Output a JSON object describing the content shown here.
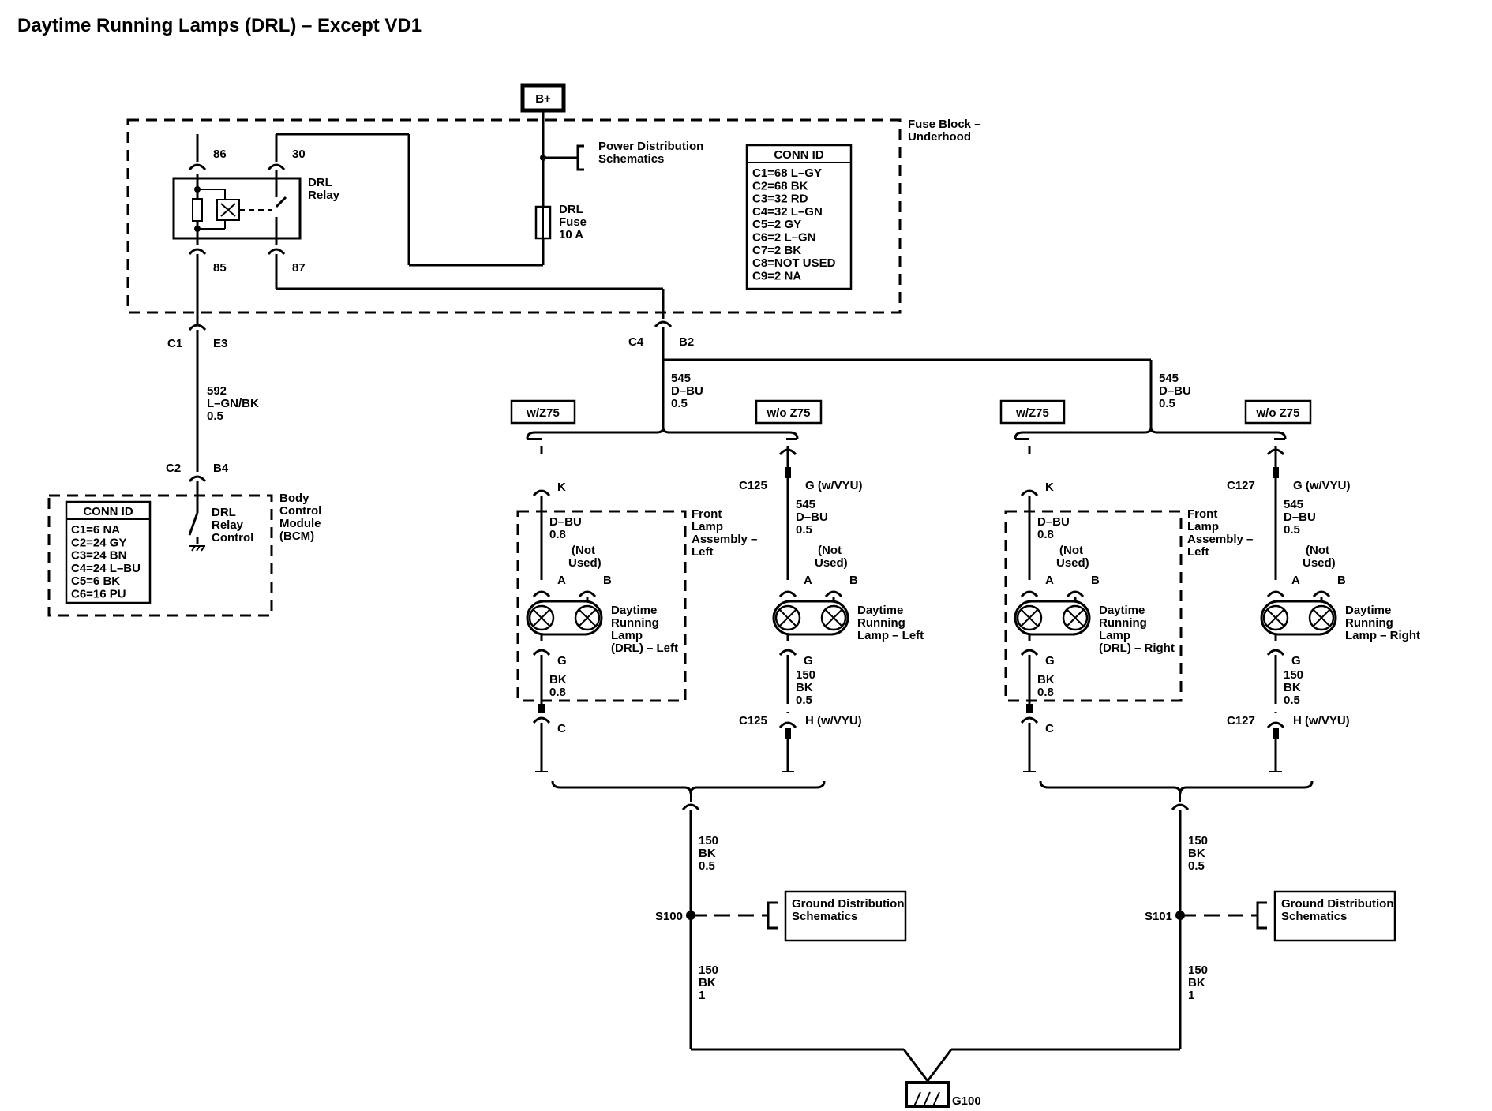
{
  "title": "Daytime Running Lamps (DRL) – Except VD1",
  "power": {
    "b_plus": "B+",
    "power_dist": [
      "Power Distribution",
      "Schematics"
    ]
  },
  "fuse_block": {
    "label": [
      "Fuse Block –",
      "Underhood"
    ],
    "relay_label": [
      "DRL",
      "Relay"
    ],
    "fuse_label": [
      "DRL",
      "Fuse",
      "10 A"
    ],
    "pins": {
      "p86": "86",
      "p30": "30",
      "p85": "85",
      "p87": "87"
    },
    "conn_id": {
      "header": "CONN ID",
      "rows": [
        "C1=68 L–GY",
        "C2=68 BK",
        "C3=32 RD",
        "C4=32 L–GN",
        "C5=2 GY",
        "C6=2 L–GN",
        "C7=2 BK",
        "C8=NOT USED",
        "C9=2 NA"
      ]
    }
  },
  "connectors": {
    "c1": "C1",
    "e3": "E3",
    "c4": "C4",
    "b2": "B2",
    "c2": "C2",
    "b4": "B4"
  },
  "wires": {
    "w592": [
      "592",
      "L–GN/BK",
      "0.5"
    ],
    "w545_left": [
      "545",
      "D–BU",
      "0.5"
    ],
    "w545_right": [
      "545",
      "D–BU",
      "0.5"
    ],
    "w150_s100_top": [
      "150",
      "BK",
      "0.5"
    ],
    "w150_s100_bot": [
      "150",
      "BK",
      "1"
    ],
    "w150_s101_top": [
      "150",
      "BK",
      "0.5"
    ],
    "w150_s101_bot": [
      "150",
      "BK",
      "1"
    ]
  },
  "bcm": {
    "label": [
      "Body",
      "Control",
      "Module",
      "(BCM)"
    ],
    "switch_label": [
      "DRL",
      "Relay",
      "Control"
    ],
    "conn_id": {
      "header": "CONN ID",
      "rows": [
        "C1=6 NA",
        "C2=24 GY",
        "C3=24 BN",
        "C4=24 L–BU",
        "C5=6 BK",
        "C6=16 PU"
      ]
    }
  },
  "options": {
    "wz75": "w/Z75",
    "woz75": "w/o Z75"
  },
  "lamps": [
    {
      "assembly": [
        "Front",
        "Lamp",
        "Assembly –",
        "Left"
      ],
      "pin_k": "K",
      "pin_c": "C",
      "wire_top": [
        "D–BU",
        "0.8"
      ],
      "wire_bot": [
        "BK",
        "0.8"
      ],
      "not_used": [
        "(Not",
        "Used)"
      ],
      "pin_a": "A",
      "pin_b": "B",
      "pin_g": "G",
      "name": [
        "Daytime",
        "Running",
        "Lamp",
        "(DRL) – Left"
      ]
    },
    {
      "conn": "C125",
      "pin_top": "G (w/VYU)",
      "pin_bot": "H (w/VYU)",
      "wire_top": [
        "545",
        "D–BU",
        "0.5"
      ],
      "wire_bot": [
        "150",
        "BK",
        "0.5"
      ],
      "not_used": [
        "(Not",
        "Used)"
      ],
      "pin_a": "A",
      "pin_b": "B",
      "pin_g": "G",
      "name": [
        "Daytime",
        "Running",
        "Lamp – Left"
      ]
    },
    {
      "assembly": [
        "Front",
        "Lamp",
        "Assembly –",
        "Left"
      ],
      "pin_k": "K",
      "pin_c": "C",
      "wire_top": [
        "D–BU",
        "0.8"
      ],
      "wire_bot": [
        "BK",
        "0.8"
      ],
      "not_used": [
        "(Not",
        "Used)"
      ],
      "pin_a": "A",
      "pin_b": "B",
      "pin_g": "G",
      "name": [
        "Daytime",
        "Running",
        "Lamp",
        "(DRL) – Right"
      ]
    },
    {
      "conn": "C127",
      "pin_top": "G (w/VYU)",
      "pin_bot": "H (w/VYU)",
      "wire_top": [
        "545",
        "D–BU",
        "0.5"
      ],
      "wire_bot": [
        "150",
        "BK",
        "0.5"
      ],
      "not_used": [
        "(Not",
        "Used)"
      ],
      "pin_a": "A",
      "pin_b": "B",
      "pin_g": "G",
      "name": [
        "Daytime",
        "Running",
        "Lamp – Right"
      ]
    }
  ],
  "splices": {
    "s100": "S100",
    "s101": "S101"
  },
  "ground": {
    "g100": "G100",
    "ground_dist_left": [
      "Ground Distribution",
      "Schematics"
    ],
    "ground_dist_right": [
      "Ground Distribution",
      "Schematics"
    ]
  }
}
